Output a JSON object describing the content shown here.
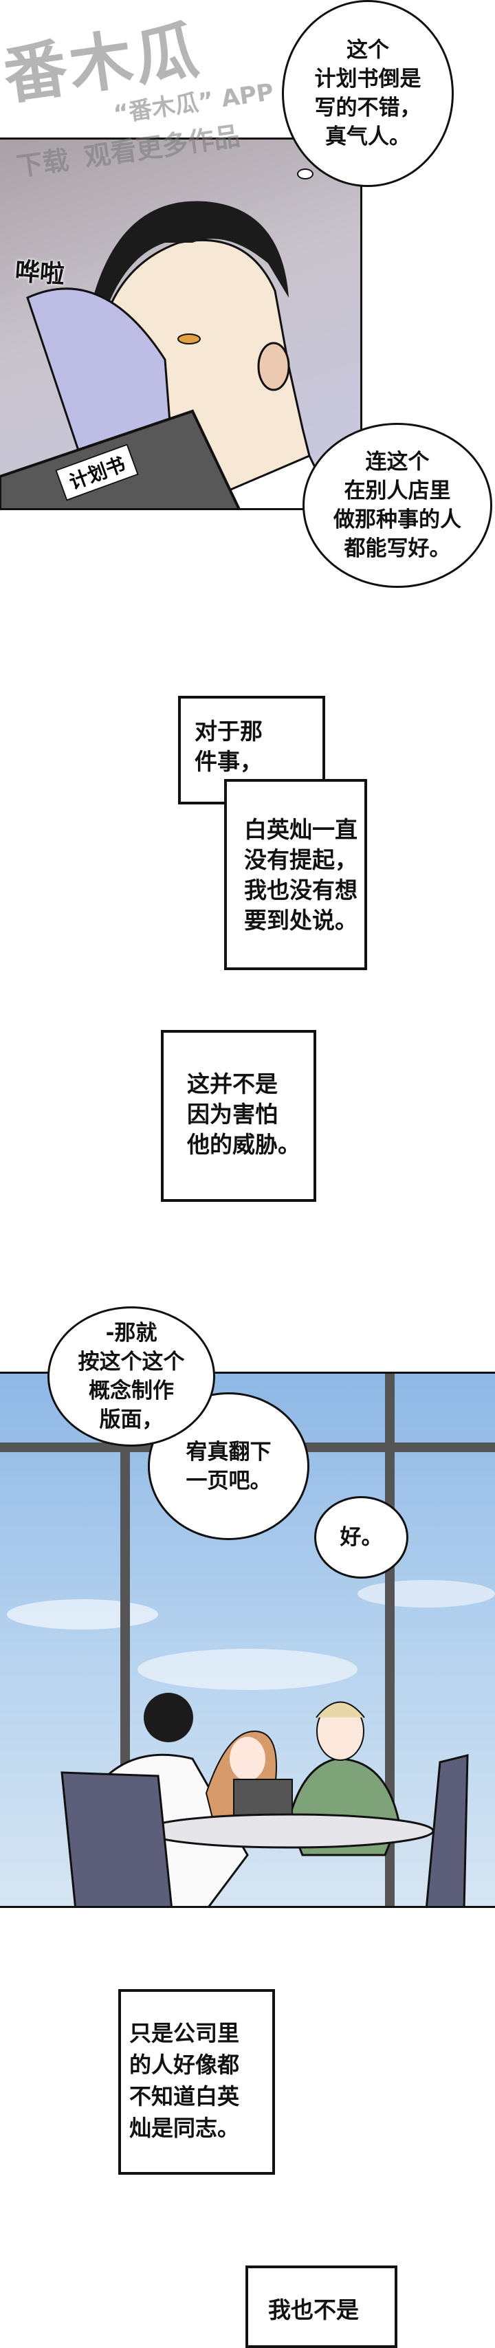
{
  "watermark": {
    "logo": "番木瓜",
    "line1": "“番木瓜” APP",
    "line2": "下载",
    "line3": "观看更多作品"
  },
  "panel1": {
    "bubble_top": "这个\n计划书倒是\n写的不错，\n真气人。",
    "sfx": "哗啦",
    "folder_label": "计划书",
    "bubble_bottom": "连这个\n在别人店里\n做那种事的人\n都能写好。"
  },
  "narration": {
    "box1": "对于那\n件事，",
    "box2": "白英灿一直\n没有提起，\n我也没有想\n要到处说。",
    "box3": "这并不是\n因为害怕\n他的威胁。"
  },
  "panel2": {
    "bubble1": "-那就\n按这个这个\n概念制作\n版面，",
    "bubble2": "宥真翻下\n一页吧。",
    "bubble3": "好。"
  },
  "narration2": {
    "box4": "只是公司里\n的人好像都\n不知道白英\n灿是同志。",
    "box5": "我也不是"
  },
  "colors": {
    "panel1_bg": "#bdb6c2",
    "sky": "#9ec4ea",
    "ink": "#111111"
  }
}
